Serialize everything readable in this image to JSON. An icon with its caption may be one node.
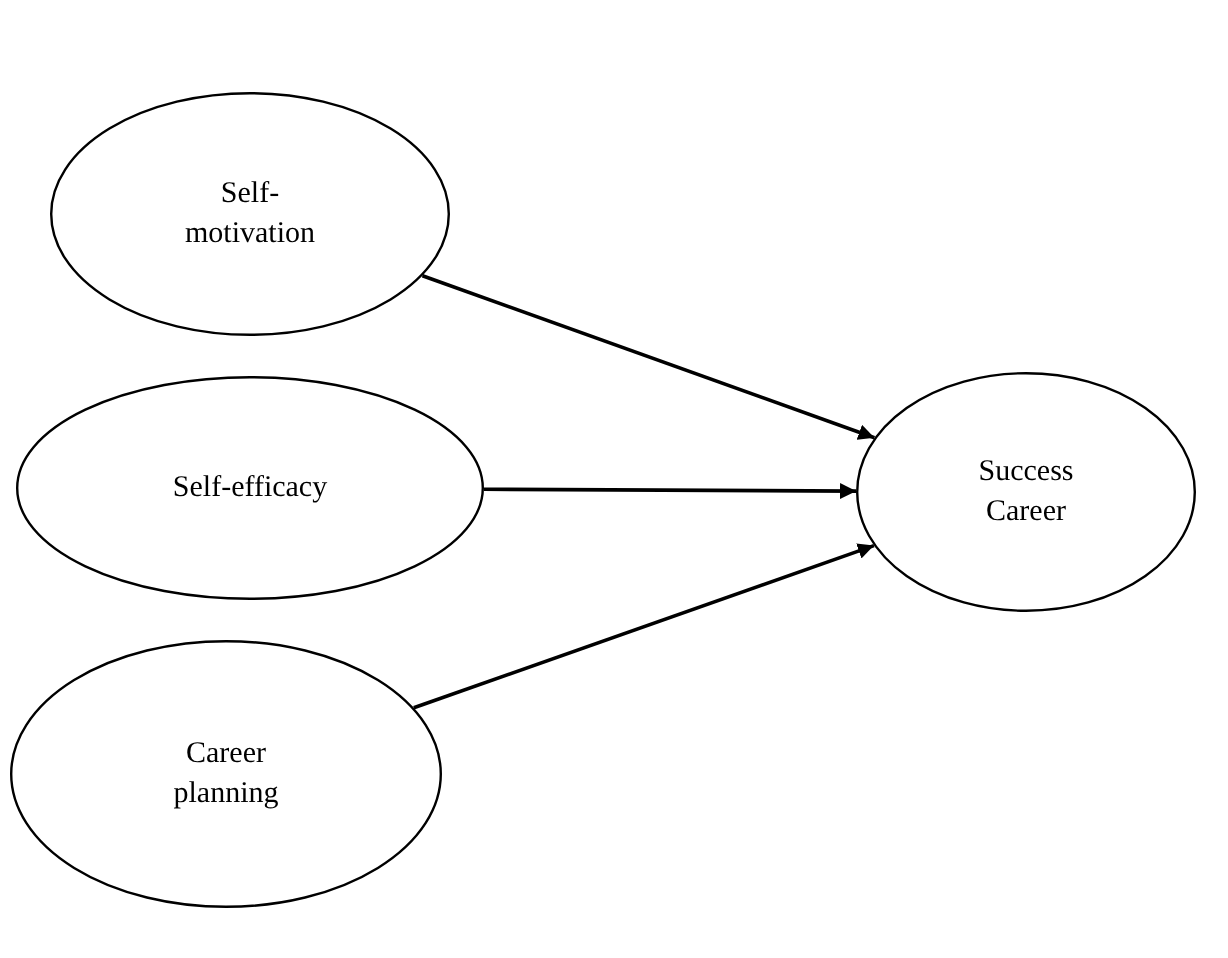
{
  "diagram": {
    "nodes": [
      {
        "text": [
          "Self- motivation"
        ]
      },
      {
        "text": [
          "Self-efficacy"
        ]
      },
      {
        "text": [
          "Career planning"
        ]
      },
      {
        "text": [
          "Success Career"
        ]
      }
    ],
    "edges": [
      {
        "from": 0,
        "to": 3,
        "arrow": "to"
      },
      {
        "from": 1,
        "to": 3,
        "arrow": "to"
      },
      {
        "from": 2,
        "to": 3,
        "arrow": "to"
      }
    ]
  }
}
